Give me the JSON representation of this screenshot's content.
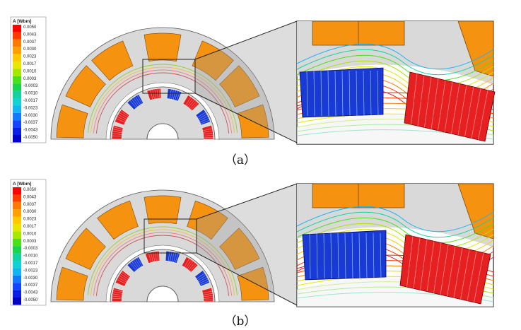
{
  "legend": {
    "title": "A [Wbm]",
    "ticks": [
      "0.0050",
      "0.0043",
      "0.0037",
      "0.0030",
      "0.0023",
      "0.0017",
      "0.0010",
      "0.0003",
      "-0.0003",
      "-0.0010",
      "-0.0017",
      "-0.0023",
      "-0.0030",
      "-0.0037",
      "-0.0043",
      "-0.0050"
    ],
    "colors": [
      "#ff0000",
      "#ff3a00",
      "#ff7a00",
      "#ffa000",
      "#ffc800",
      "#e6e600",
      "#a6e600",
      "#4ce01a",
      "#1ad24c",
      "#14d2a0",
      "#14d2d2",
      "#14b4f0",
      "#147aff",
      "#1446ff",
      "#0a1ee6",
      "#0000c8"
    ]
  },
  "panels": [
    {
      "id": "a",
      "caption": "（a）"
    },
    {
      "id": "b",
      "caption": "（b）"
    }
  ],
  "colors": {
    "stator": "#d9d9d9",
    "slot": "#f5920f",
    "magnet_n": "#e62020",
    "magnet_s": "#1a3ad6",
    "outline": "#555555"
  }
}
